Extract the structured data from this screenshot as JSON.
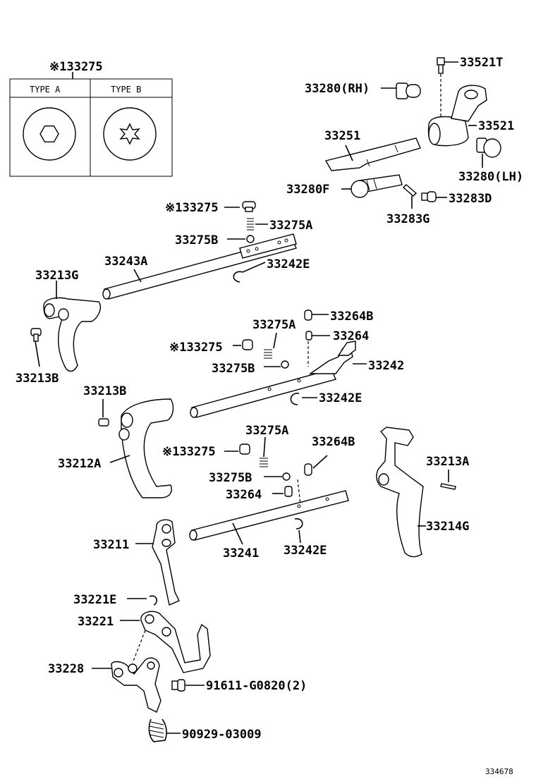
{
  "legend": {
    "title": "※133275",
    "type_a": "TYPE A",
    "type_b": "TYPE B"
  },
  "labels": {
    "p33521T": "33521T",
    "p33280RH": "33280(RH)",
    "p33521": "33521",
    "p33251": "33251",
    "p33280LH": "33280(LH)",
    "p33280F": "33280F",
    "p33283D": "33283D",
    "p33283G": "33283G",
    "p33275_top": "※133275",
    "p33275A_top": "33275A",
    "p33275B_top": "33275B",
    "p33243A": "33243A",
    "p33242E_top": "33242E",
    "p33213G": "33213G",
    "p33213B_left": "33213B",
    "p33264B_mid": "33264B",
    "p33275A_mid": "33275A",
    "p33264_mid": "33264",
    "p33275_mid": "※133275",
    "p33242": "33242",
    "p33275B_mid": "33275B",
    "p33242E_mid": "33242E",
    "p33213B_mid": "33213B",
    "p33212A": "33212A",
    "p33275A_low": "33275A",
    "p33264B_low": "33264B",
    "p33275_low": "※133275",
    "p33213A": "33213A",
    "p33275B_low": "33275B",
    "p33264_low": "33264",
    "p33214G": "33214G",
    "p33211": "33211",
    "p33241": "33241",
    "p33242E_low": "33242E",
    "p33221E": "33221E",
    "p33221": "33221",
    "p33228": "33228",
    "p91611": "91611-G0820(2)",
    "p90929": "90929-03009",
    "diagram_id": "334678"
  }
}
